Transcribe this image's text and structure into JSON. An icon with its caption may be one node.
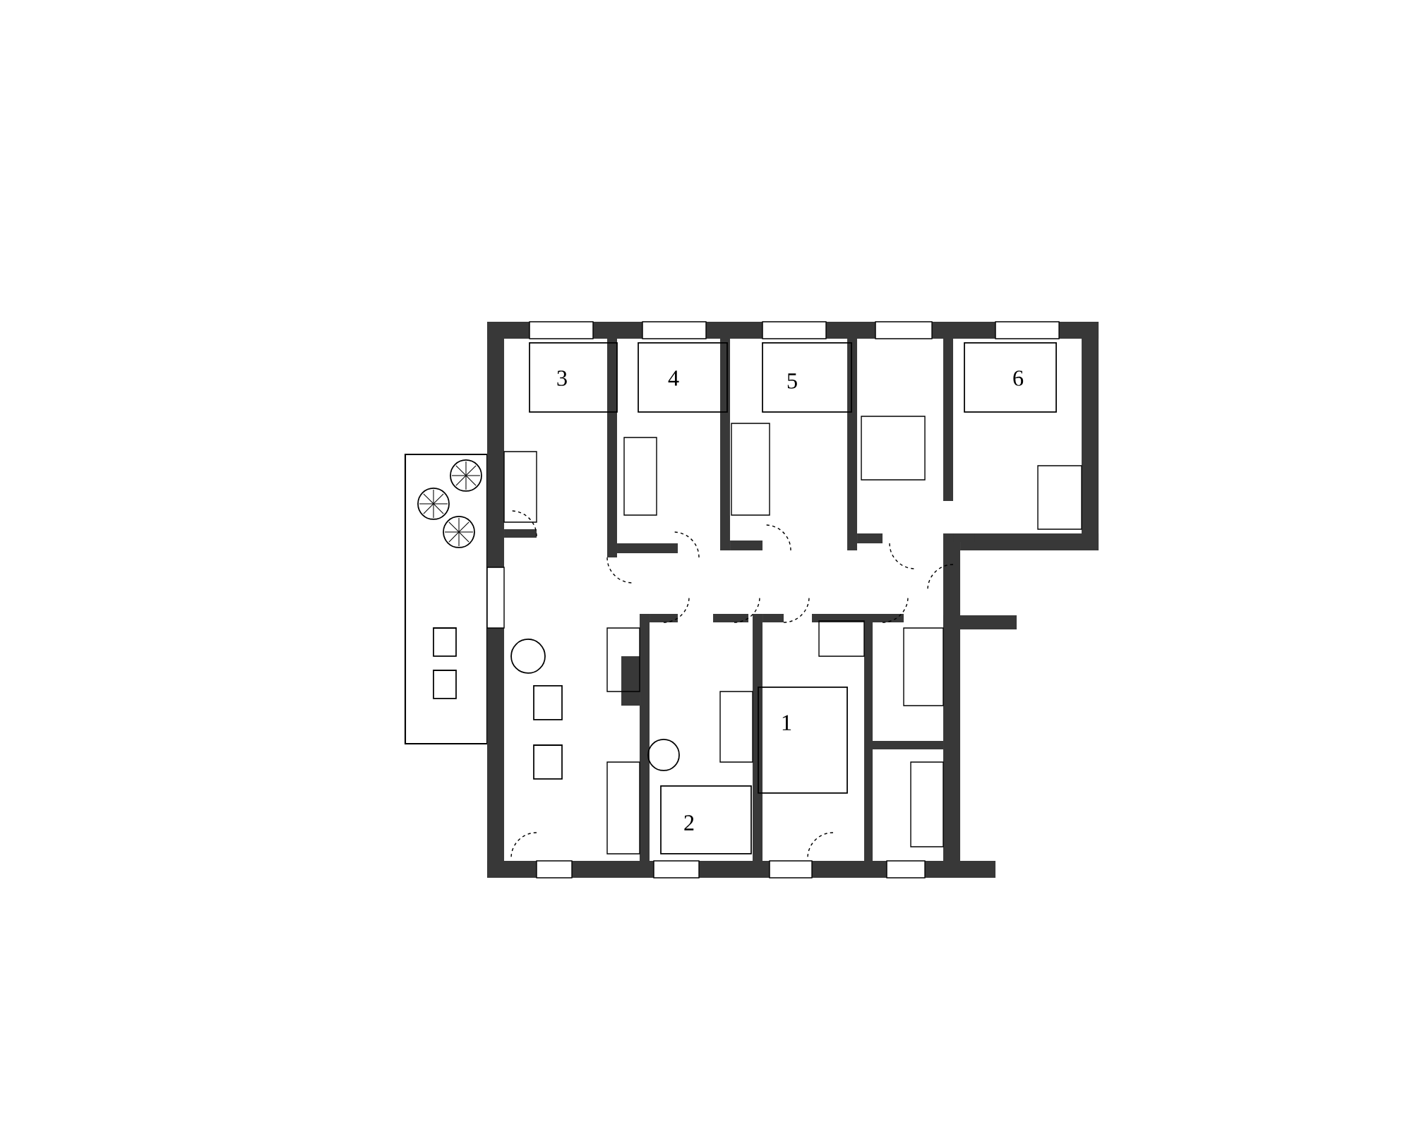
{
  "diagram": {
    "labels": [
      "3",
      "4",
      "5",
      "6",
      "1",
      "2"
    ]
  }
}
